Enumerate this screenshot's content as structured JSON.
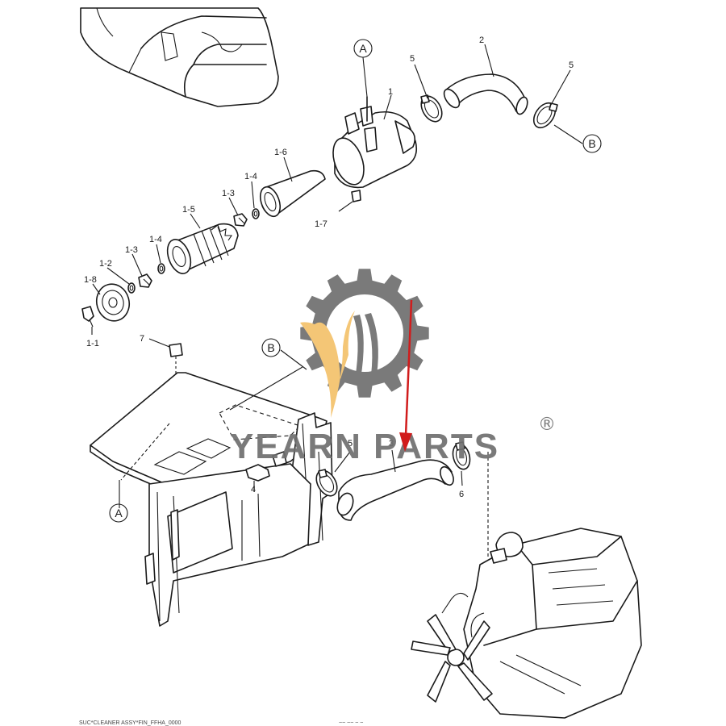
{
  "colors": {
    "line": "#1a1a1a",
    "watermark_gear": "#6f6f6f",
    "watermark_flame": "#f4c26b",
    "watermark_text": "#6f6f6f",
    "arrow": "#d11c1c"
  },
  "watermark": {
    "brand": "YEARN PARTS",
    "registered": "®"
  },
  "callouts": {
    "ref_a_top": "A",
    "ref_b_right": "B",
    "ref_b_mid": "B",
    "ref_a_bottom": "A",
    "p1": "1",
    "p1_1": "1-1",
    "p1_2": "1-2",
    "p1_3a": "1-3",
    "p1_3b": "1-3",
    "p1_4a": "1-4",
    "p1_4b": "1-4",
    "p1_5": "1-5",
    "p1_6": "1-6",
    "p1_7": "1-7",
    "p1_8": "1-8",
    "p2": "2",
    "p3": "3",
    "p4": "4",
    "p5a": "5",
    "p5b": "5",
    "p5c": "5",
    "p6": "6",
    "p7": "7"
  },
  "footer": {
    "left": "SUC*CLEANER ASSY*FIN_FFHA_0000",
    "mid": "~~ ~~ ~ ~"
  }
}
